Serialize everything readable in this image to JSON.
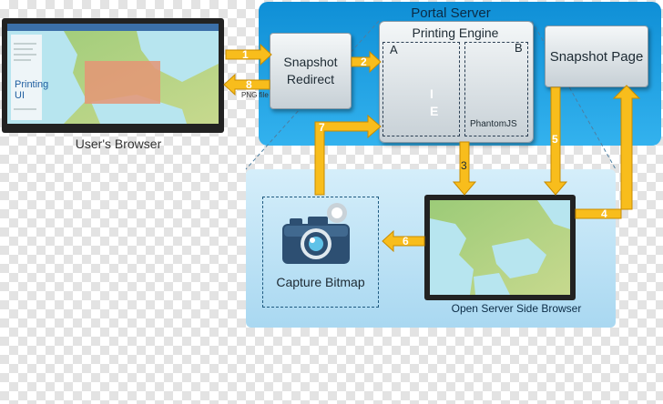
{
  "portal": {
    "title": "Portal Server"
  },
  "browser": {
    "label": "User's Browser",
    "printing_ui_label": "Printing UI"
  },
  "snapshot_redirect": {
    "label": "Snapshot Redirect"
  },
  "printing_engine": {
    "title": "Printing Engine",
    "section_a": "A",
    "section_b": "B",
    "phantomjs": "PhantomJS",
    "gear_i": "I",
    "gear_e": "E"
  },
  "snapshot_page": {
    "label": "Snapshot Page"
  },
  "server_browser": {
    "label": "Open Server Side Browser"
  },
  "capture": {
    "label": "Capture Bitmap"
  },
  "png_file": {
    "label": "PNG file"
  },
  "steps": {
    "s1": "1",
    "s2": "2",
    "s3": "3",
    "s4": "4",
    "s5": "5",
    "s6": "6",
    "s7": "7",
    "s8": "8"
  },
  "colors": {
    "portal_bg": "#1aa3e8",
    "lower_bg": "#bfe3f5",
    "arrow": "#f8bd1c",
    "arrow_border": "#c98c00",
    "gear_dark": "#1e4d75",
    "gear_light": "#8fe3f5",
    "map_sea": "#b7e5ef",
    "map_land": "#8cbf6a",
    "highlight": "#e59575"
  }
}
